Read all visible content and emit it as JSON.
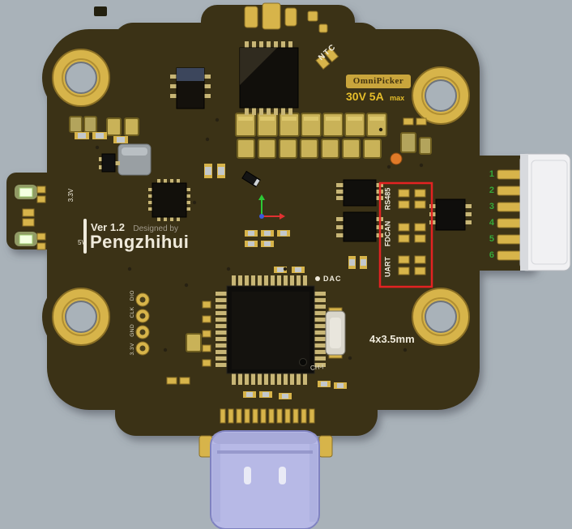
{
  "board": {
    "version": "Ver 1.2",
    "designed_by": "Designed by",
    "brand": "Pengzhihui",
    "badge": "OmniPicker",
    "rating": "30V 5A",
    "rating_suffix": "max",
    "ntc": "NTC",
    "dac": "DAC",
    "ch1": "CH-I",
    "mount_spec": "4x3.5mm",
    "rail_3v3": "3.3V",
    "rail_5v": "5V",
    "swd_pinout": "3.3V GND CLK DIO",
    "interfaces": {
      "rs485": "RS485",
      "fdcan": "FDCAN",
      "uart": "UART"
    }
  },
  "connector": {
    "pins": [
      "1",
      "2",
      "3",
      "4",
      "5",
      "6"
    ]
  },
  "colors": {
    "background": "#a9b2b9",
    "board": "#3b3216",
    "pad_gold": "#d7b44a",
    "silkscreen": "#efeadb",
    "annotation_red": "#e32222",
    "usb_connector": "#b7b9e6",
    "pin_number_green": "#35a83a",
    "status_orange": "#e07a28",
    "rating_yellow": "#e6be2a",
    "badge_gold": "#c9a53c"
  }
}
